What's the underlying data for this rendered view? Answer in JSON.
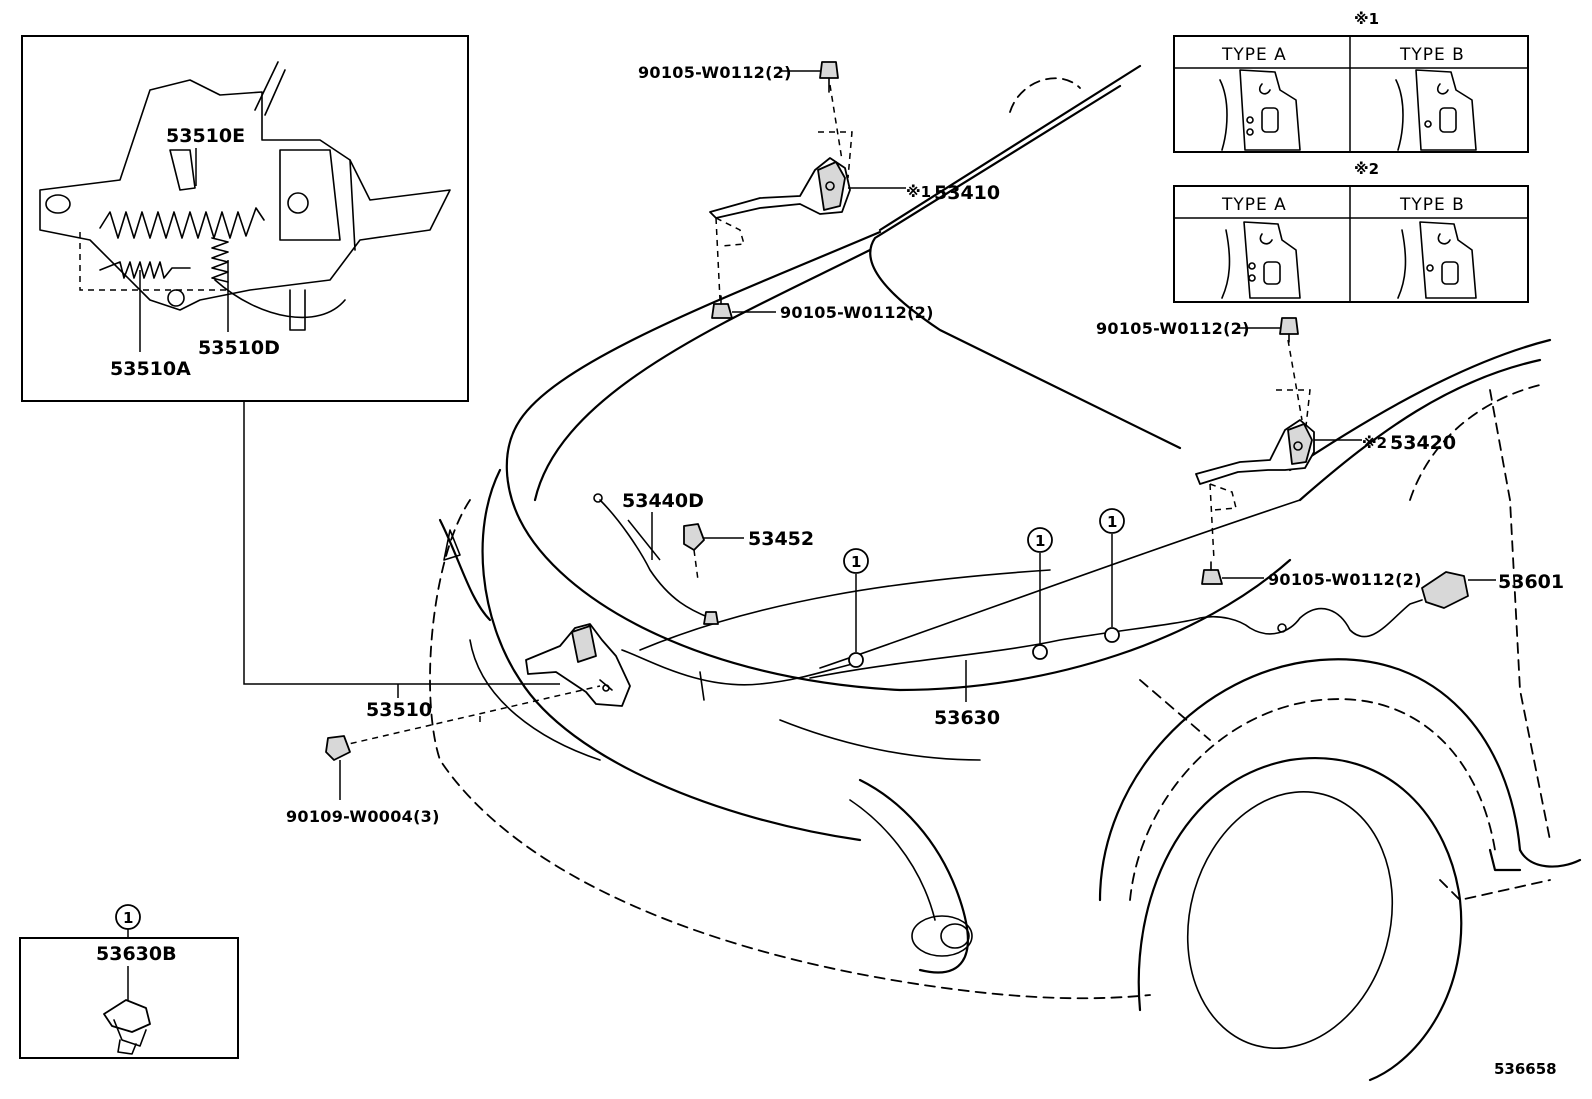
{
  "parts": {
    "p_53510E": "53510E",
    "p_53510A": "53510A",
    "p_53510D": "53510D",
    "p_53510": "53510",
    "p_53410": "53410",
    "p_53420": "53420",
    "p_53440D": "53440D",
    "p_53452": "53452",
    "p_53630": "53630",
    "p_53601": "53601",
    "p_53630B": "53630B",
    "bolt_top": "90105-W0112(2)",
    "bolt_hinge_left": "90105-W0112(2)",
    "bolt_right_top": "90105-W0112(2)",
    "bolt_right_bottom": "90105-W0112(2)",
    "bolt_lock": "90109-W0004(3)"
  },
  "notes": {
    "note1": "※1",
    "note2": "※2",
    "note1_small": "※1",
    "note2_small": "※2"
  },
  "variants": {
    "type_a": "TYPE  A",
    "type_b": "TYPE  B"
  },
  "clip_marker": "1",
  "diagram_id": "536658"
}
